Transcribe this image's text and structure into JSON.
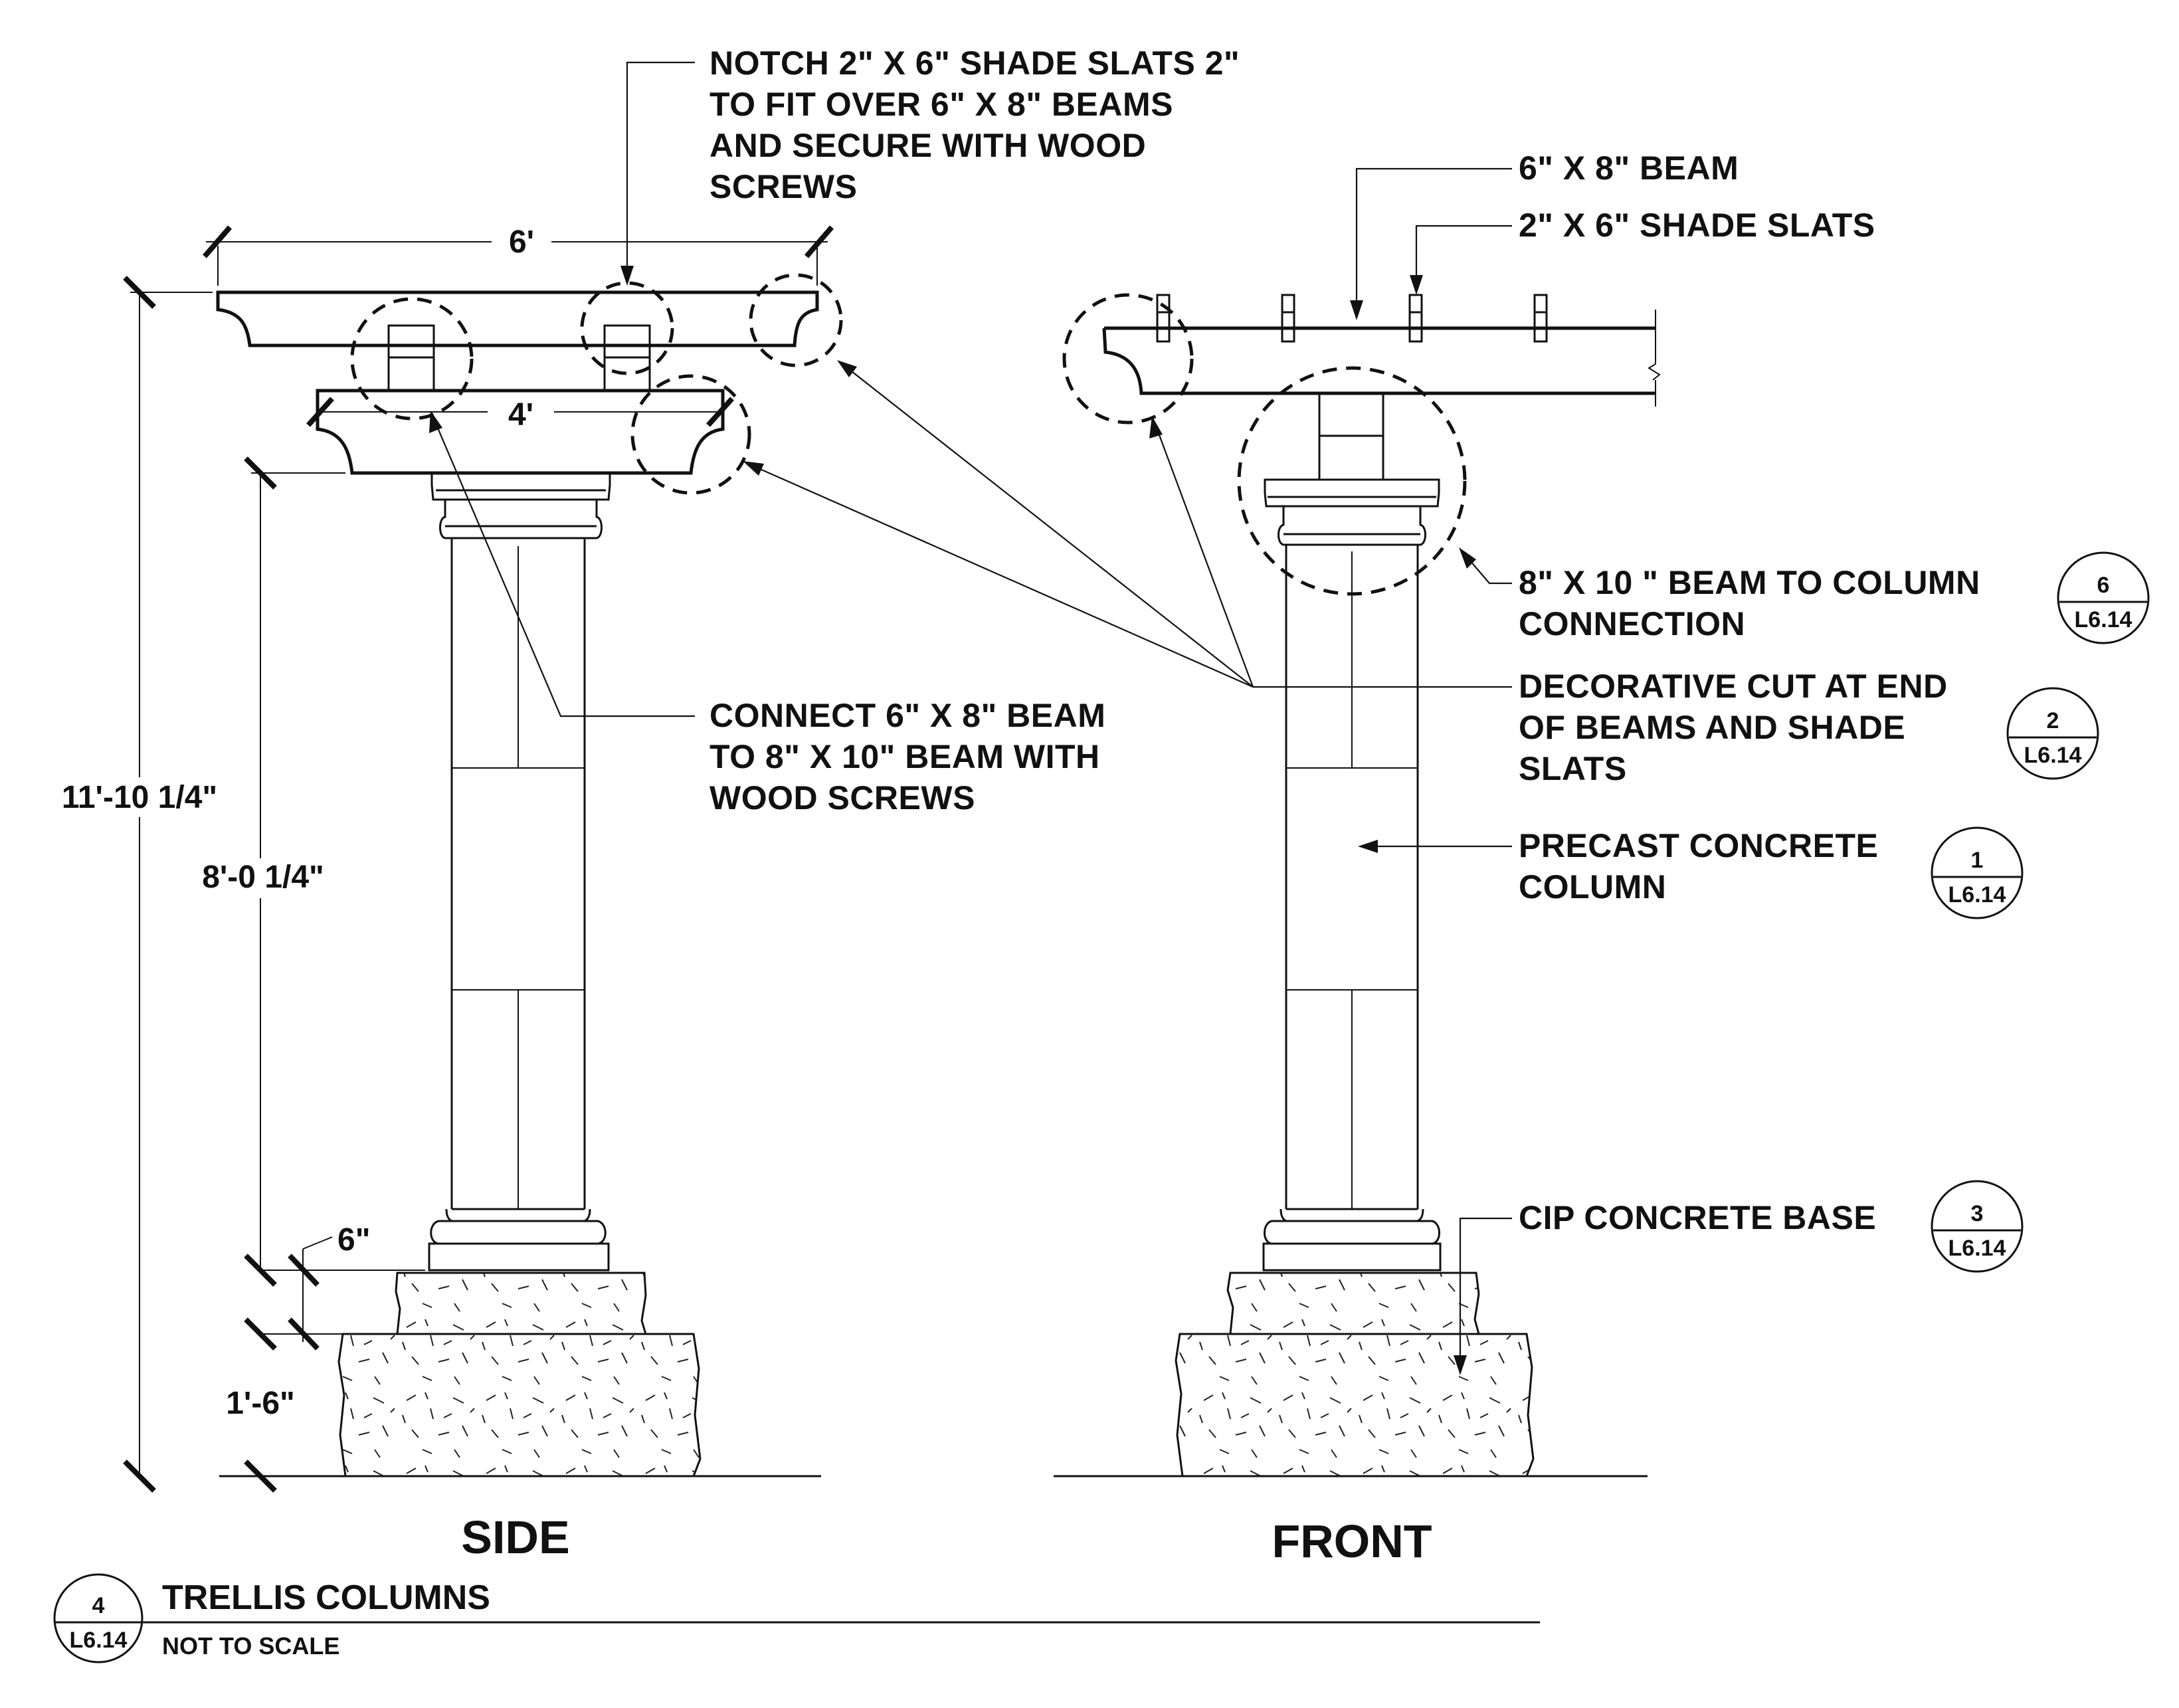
{
  "drawing": {
    "views": {
      "side": "SIDE",
      "front": "FRONT"
    },
    "dimensions": {
      "top_beam_width": "6'",
      "lower_beam_width": "4'",
      "overall_height": "11'-10 1/4\"",
      "column_height": "8'-0 1/4\"",
      "upper_base_height": "6\"",
      "lower_base_height": "1'-6\""
    },
    "notes": {
      "notch_slats": [
        "NOTCH 2\" X 6\" SHADE SLATS 2\"",
        "TO FIT OVER 6\" X 8\" BEAMS",
        "AND SECURE WITH WOOD",
        "SCREWS"
      ],
      "beam": [
        "6\" X 8\" BEAM"
      ],
      "slats": [
        "2\" X 6\" SHADE SLATS"
      ],
      "connect_beam": [
        "CONNECT 6\" X 8\" BEAM",
        "TO 8\" X 10\" BEAM WITH",
        "WOOD SCREWS"
      ],
      "beam_to_column": [
        "8\" X 10 \" BEAM TO COLUMN",
        "CONNECTION"
      ],
      "decorative_cut": [
        "DECORATIVE CUT AT END",
        "OF BEAMS AND SHADE",
        "SLATS"
      ],
      "precast_column": [
        "PRECAST CONCRETE",
        "COLUMN"
      ],
      "cip_base": [
        "CIP CONCRETE BASE"
      ]
    },
    "detail_refs": {
      "beam_to_column": {
        "number": "6",
        "sheet": "L6.14"
      },
      "decorative_cut": {
        "number": "2",
        "sheet": "L6.14"
      },
      "precast_column": {
        "number": "1",
        "sheet": "L6.14"
      },
      "cip_base": {
        "number": "3",
        "sheet": "L6.14"
      }
    },
    "title_block": {
      "number": "4",
      "sheet": "L6.14",
      "title": "TRELLIS COLUMNS",
      "scale_note": "NOT TO SCALE"
    }
  }
}
